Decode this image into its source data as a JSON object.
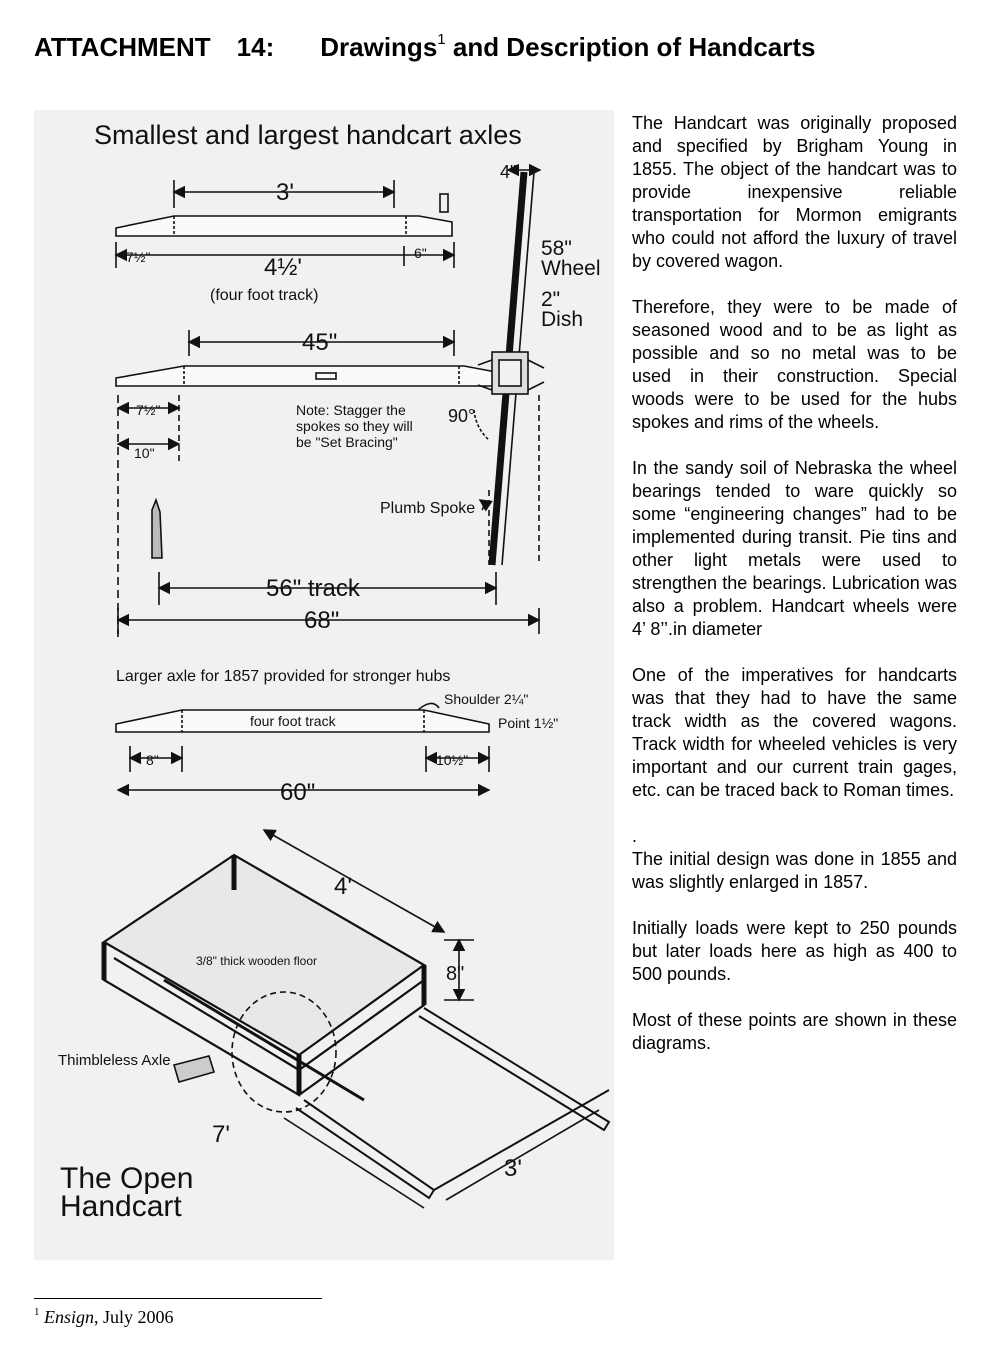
{
  "title": {
    "label": "ATTACHMENT",
    "number": "14:",
    "heading": "Drawings",
    "footnote_ref": "1",
    "heading_rest": "and Description of Handcarts"
  },
  "figure": {
    "top_title": "Smallest and largest handcart axles",
    "small_axle": {
      "span": "3'",
      "left_end": "7½\"",
      "shoulder": "6\"",
      "length": "4½'",
      "note": "(four foot track)"
    },
    "wheel": {
      "hub": "4\"",
      "diameter": "58\"",
      "diameter_label": "Wheel",
      "dish": "2\"",
      "dish_label": "Dish",
      "angle": "90°",
      "plumb": "Plumb Spoke"
    },
    "axle_45": {
      "length": "45\"",
      "left_end": "7½\"",
      "offset": "10\"",
      "note_line1": "Note: Stagger the",
      "note_line2": "spokes so they will",
      "note_line3": "be \"Set Bracing\""
    },
    "track": "56\" track",
    "overall": "68\"",
    "large_axle": {
      "caption": "Larger axle for 1857 provided for stronger hubs",
      "shoulder": "Shoulder 2¼\"",
      "point": "Point 1½\"",
      "inner": "four foot track",
      "left_end": "8\"",
      "right_end": "10½\"",
      "length": "60\""
    },
    "cart": {
      "width": "4'",
      "floor": "3/8\" thick wooden floor",
      "depth": "8\"",
      "axle": "Thimbleless Axle",
      "length": "7'",
      "handle": "3'",
      "name_line1": "The Open",
      "name_line2": "Handcart"
    }
  },
  "description": [
    "The Handcart was originally proposed and specified by Brigham Young in 1855. The object of the handcart was to provide inexpensive reliable transportation for Mormon emigrants who could not afford the luxury of travel by covered wagon.",
    "Therefore, they were to be made of seasoned wood and to be as light as possible and so no metal was to be used in their construction. Special woods were to be used for the hubs spokes and rims of the wheels.",
    "In the sandy soil of Nebraska the wheel bearings tended to ware quickly so some “engineering changes” had to be implemented during transit.  Pie tins and other light metals were used to strengthen the bearings.  Lubrication was also a problem. Handcart wheels were 4’ 8’’.in diameter",
    "One of the imperatives for handcarts was that they had to have the same track width as the covered wagons. Track width for wheeled vehicles is very important and our current train gages, etc. can be traced back to Roman times.",
    ".",
    "The initial design was done in 1855 and was slightly enlarged in 1857.",
    "Initially loads were kept to 250 pounds but later loads here as high as 400 to 500 pounds.",
    "Most of these points are shown in these diagrams."
  ],
  "footnote": {
    "number": "1",
    "source": "Ensign",
    "date": ", July 2006"
  }
}
